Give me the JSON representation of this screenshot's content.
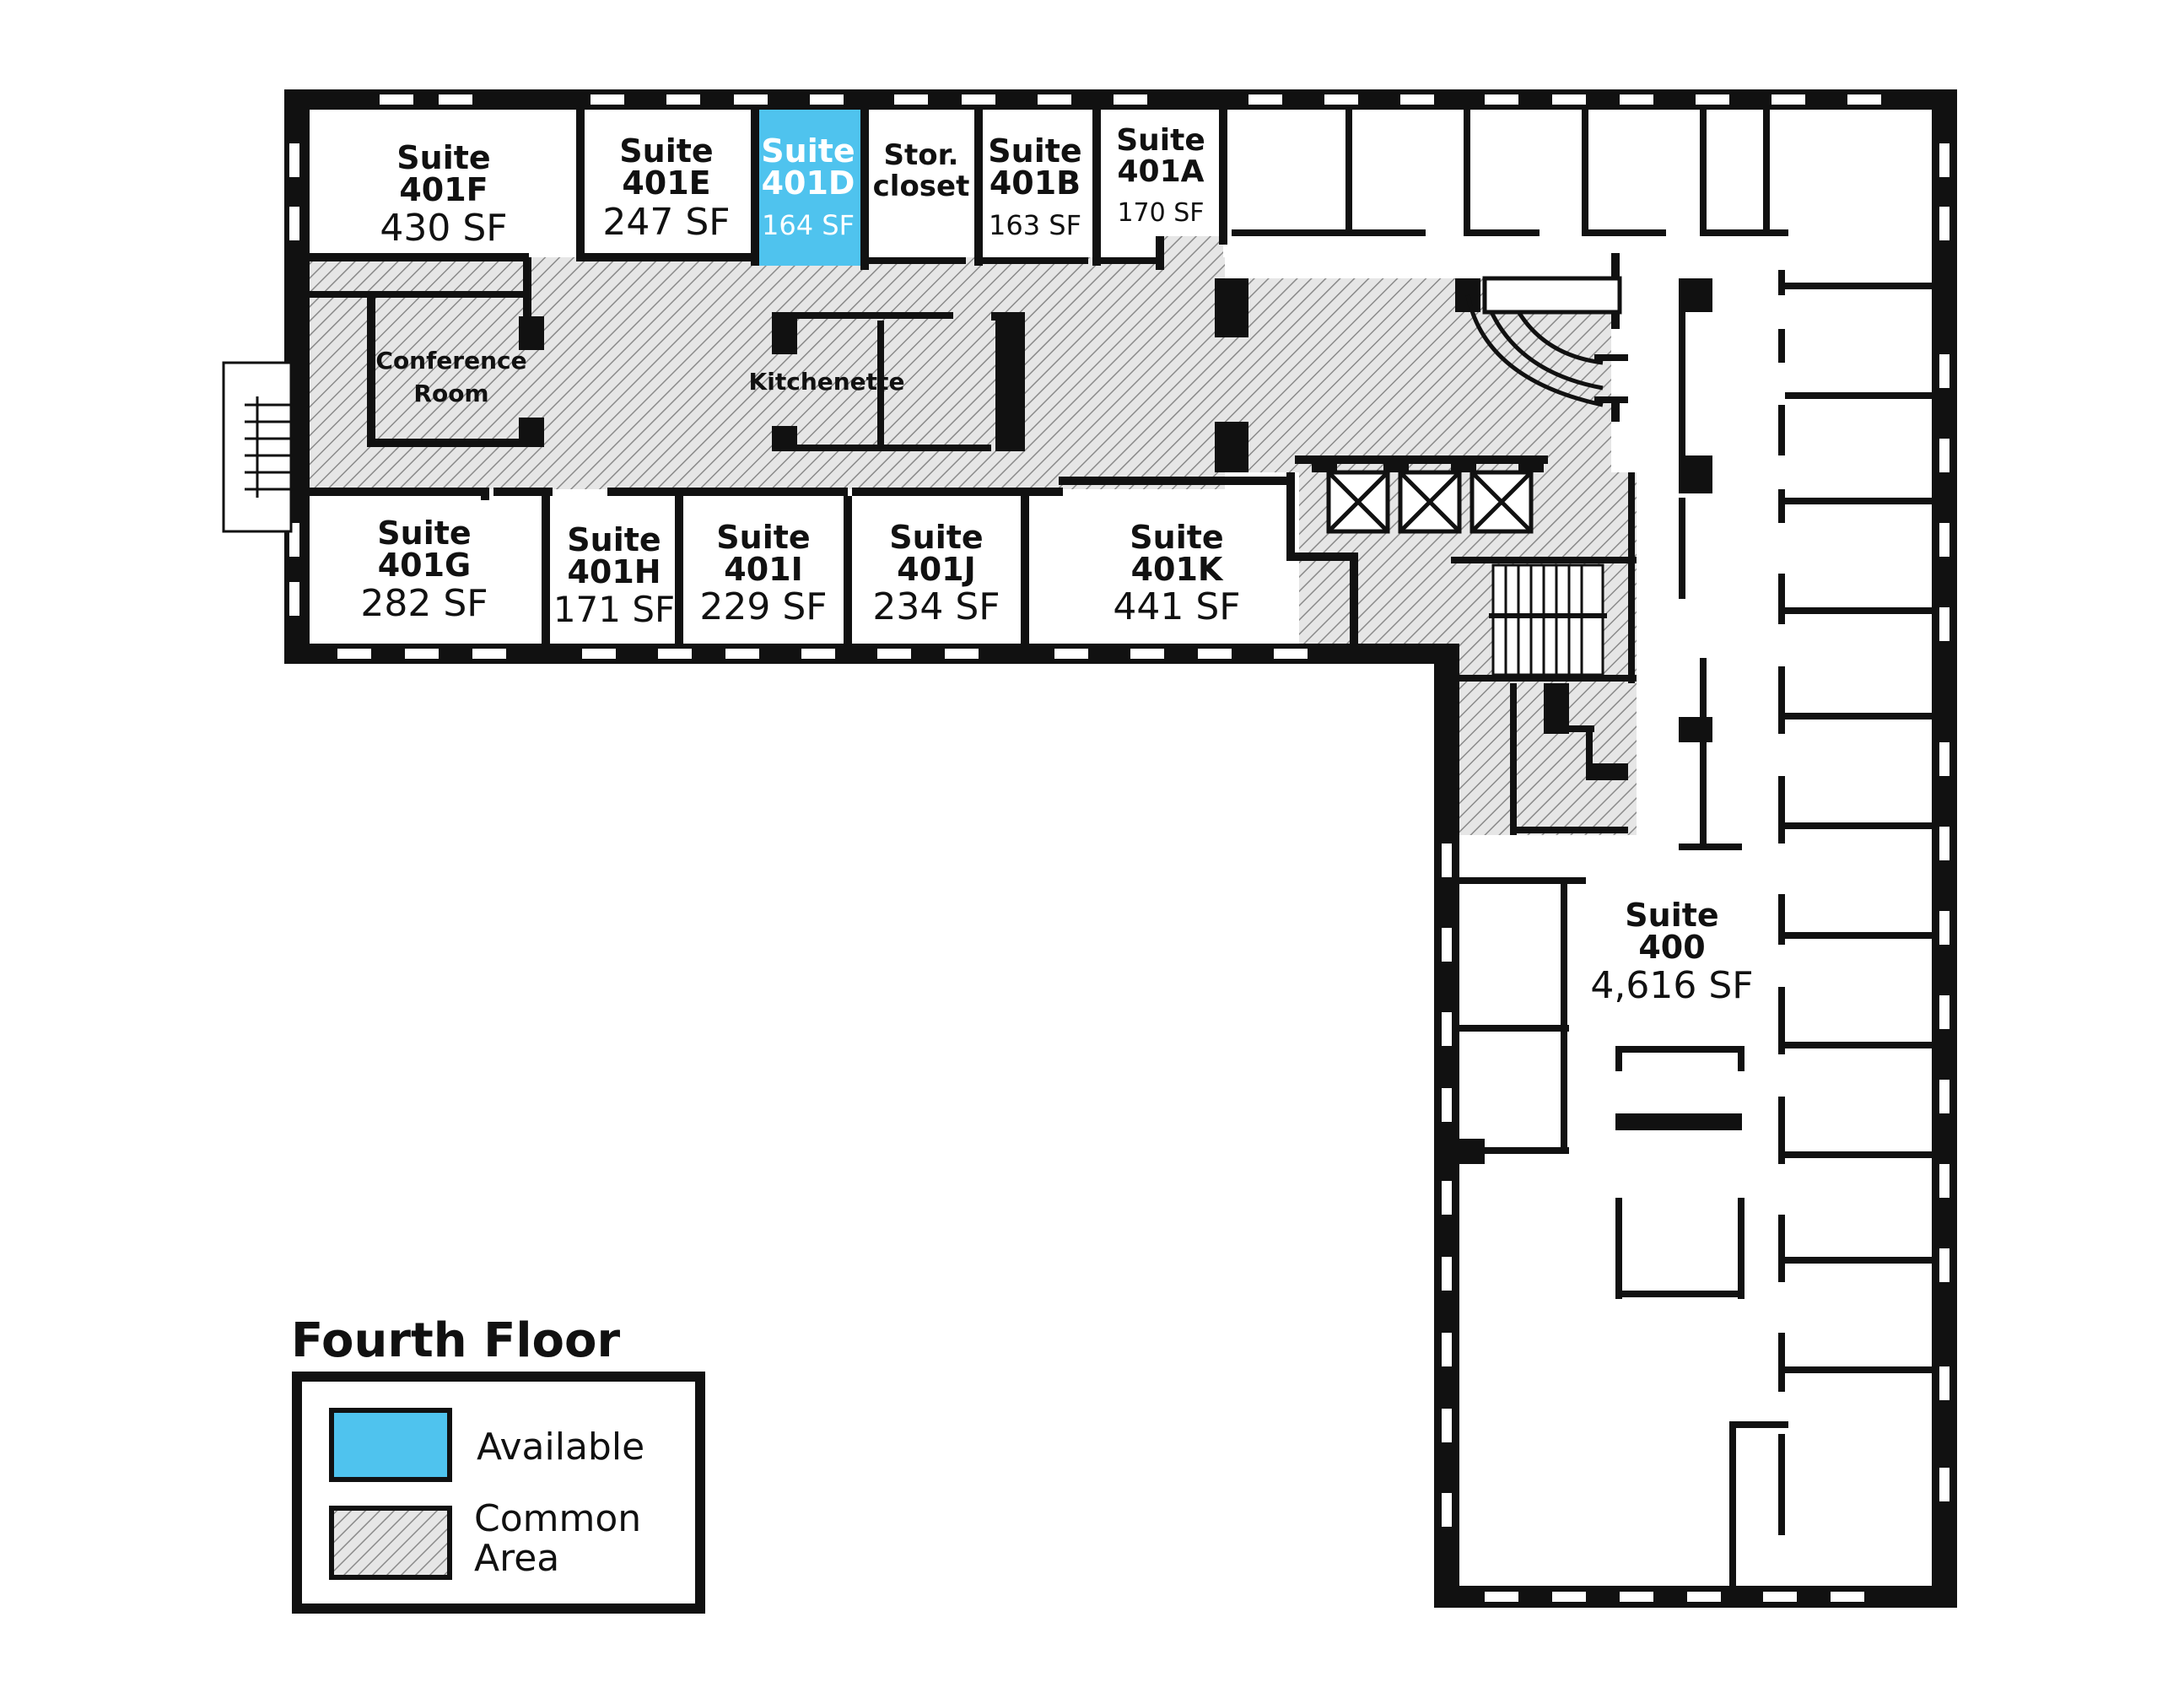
{
  "floor_title": "Fourth Floor",
  "colors": {
    "available": "#4FC3EE",
    "common_area_hatch": "#8a8a8a",
    "wall": "#111111",
    "background": "#ffffff"
  },
  "legend": {
    "available_label": "Available",
    "common_area_label_line1": "Common",
    "common_area_label_line2": "Area"
  },
  "rooms": {
    "s401f": {
      "line1": "Suite",
      "line2": "401F",
      "area": "430 SF",
      "status": "occupied"
    },
    "s401e": {
      "line1": "Suite",
      "line2": "401E",
      "area": "247 SF",
      "status": "occupied"
    },
    "s401d": {
      "line1": "Suite",
      "line2": "401D",
      "area": "164 SF",
      "status": "available"
    },
    "stor": {
      "line1": "Stor.",
      "line2": "closet"
    },
    "s401b": {
      "line1": "Suite",
      "line2": "401B",
      "area": "163 SF",
      "status": "occupied"
    },
    "s401a": {
      "line1": "Suite",
      "line2": "401A",
      "area": "170 SF",
      "status": "occupied"
    },
    "s401g": {
      "line1": "Suite",
      "line2": "401G",
      "area": "282 SF",
      "status": "occupied"
    },
    "s401h": {
      "line1": "Suite",
      "line2": "401H",
      "area": "171 SF",
      "status": "occupied"
    },
    "s401i": {
      "line1": "Suite",
      "line2": "401I",
      "area": "229 SF",
      "status": "occupied"
    },
    "s401j": {
      "line1": "Suite",
      "line2": "401J",
      "area": "234 SF",
      "status": "occupied"
    },
    "s401k": {
      "line1": "Suite",
      "line2": "401K",
      "area": "441 SF",
      "status": "occupied"
    },
    "s400": {
      "line1": "Suite",
      "line2": "400",
      "area": "4,616 SF",
      "status": "occupied"
    },
    "conference": {
      "line1": "Conference",
      "line2": "Room"
    },
    "kitchenette": {
      "label": "Kitchenette"
    }
  }
}
